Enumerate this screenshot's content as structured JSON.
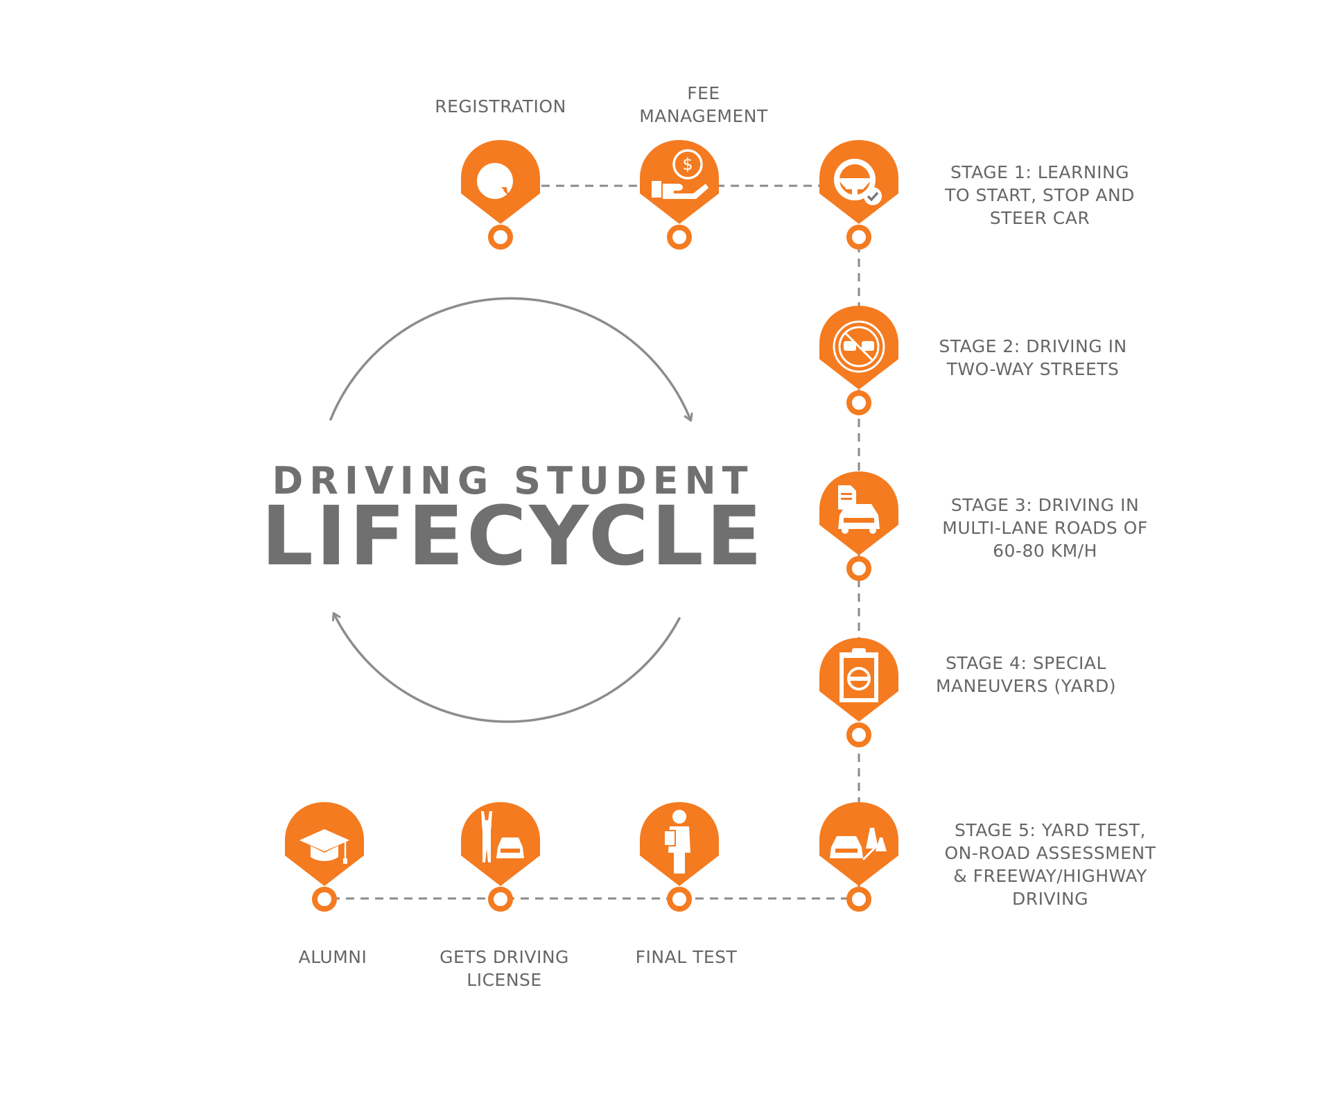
{
  "title": {
    "line1": "DRIVING STUDENT",
    "line2": "LIFECYCLE"
  },
  "colors": {
    "accent": "#F47B20",
    "text": "#666666",
    "connector": "#8a8a8a",
    "cycle_arrow": "#8c8c8c"
  },
  "steps": [
    {
      "id": "registration",
      "label": "REGISTRATION",
      "icon": "registration-icon"
    },
    {
      "id": "fee",
      "label": "FEE\nMANAGEMENT",
      "icon": "money-hand-icon"
    },
    {
      "id": "stage1",
      "label": "STAGE 1: LEARNING\nTO START, STOP AND\nSTEER CAR",
      "icon": "steering-wheel-check-icon"
    },
    {
      "id": "stage2",
      "label": "STAGE 2: DRIVING IN\nTWO-WAY STREETS",
      "icon": "two-cars-sign-icon"
    },
    {
      "id": "stage3",
      "label": "STAGE 3: DRIVING IN\nMULTI-LANE ROADS OF\n60-80 KM/H",
      "icon": "car-document-icon"
    },
    {
      "id": "stage4",
      "label": "STAGE 4: SPECIAL\nMANEUVERS (YARD)",
      "icon": "clipboard-wheel-icon"
    },
    {
      "id": "stage5",
      "label": "STAGE 5: YARD TEST,\nON-ROAD ASSESSMENT\n& FREEWAY/HIGHWAY\nDRIVING",
      "icon": "car-cones-icon"
    },
    {
      "id": "final",
      "label": "FINAL TEST",
      "icon": "inspector-icon"
    },
    {
      "id": "license",
      "label": "GETS DRIVING\nLICENSE",
      "icon": "traffic-officer-car-icon"
    },
    {
      "id": "alumni",
      "label": "ALUMNI",
      "icon": "graduation-cap-icon"
    }
  ]
}
